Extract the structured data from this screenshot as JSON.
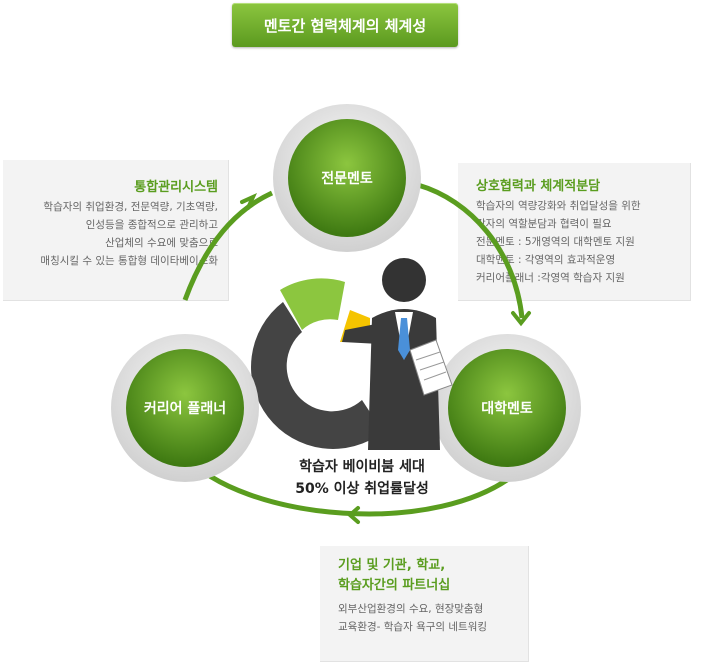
{
  "title": "멘토간 협력체계의 체계성",
  "nodes": {
    "top": "전문멘토",
    "left": "커리어 플래너",
    "right": "대학멘토"
  },
  "panels": {
    "left": {
      "heading": "통합관리시스템",
      "lines": [
        "학습자의 취업환경, 전문역량, 기초역량,",
        "인성등을 종합적으로 관리하고",
        "산업체의 수요에  맞춤으로",
        "매칭시킬 수 있는 통합형 데이타베이스화"
      ]
    },
    "right": {
      "heading": "상호협력과 체계적분담",
      "lines": [
        "학습자의 역량강화와 취업달성을 위한",
        "각자의 역할분담과 협력이 필요",
        "전문멘토 : 5개영역의 대학멘토 지원",
        "대학멘토 : 각영역의 효과적운영",
        "커리어플래너 :각영역 학습자 지원"
      ]
    },
    "bottom": {
      "heading_lines": [
        "기업 및 기관, 학교,",
        "학습자간의 파트너십"
      ],
      "lines": [
        "외부산업환경의 수요, 현장맞춤형",
        "교육환경- 학습자 욕구의 네트워킹"
      ]
    }
  },
  "center": {
    "lines": [
      "학습자 베이비붐 세대",
      "50%  이상 취업률달성"
    ]
  },
  "colors": {
    "green": "#5a9d1f",
    "node_green_light": "#8cc63f",
    "node_green_dark": "#3f7a12",
    "ring_gray": "#d5d5d5",
    "chart_dark": "#444444",
    "chart_yellow": "#f5c400",
    "tie_blue": "#4a90d9"
  }
}
